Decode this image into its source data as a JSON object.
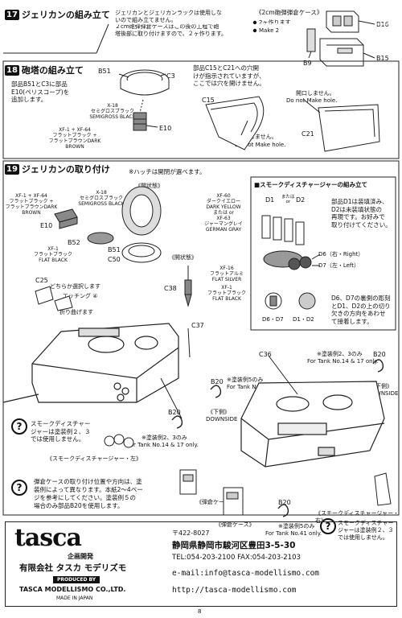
{
  "step17": {
    "number": "17",
    "title": "ジェリカンの組み立て",
    "note": "ジェリカンとジェリカンラックは使用しな\nいので組み立てません。\n２cm砲弾弾倉ケースはこの後の工程で砲\n塔後部に取り付けますので、２ヶ作ります。",
    "case_title": "《2cm砲弾弾倉ケース》",
    "make2_jp": "2ヶ作ります",
    "make2_en": "Make 2",
    "parts": [
      "B16",
      "B15",
      "B9"
    ]
  },
  "step18": {
    "number": "18",
    "title": "砲塔の組み立て",
    "note_left": "部品B51とC3に部品\nE10(ペリスコープ)を\n追加します。",
    "note_right": "部品C15とC21への穴開\nけが指示されていますが、\nここでは穴を開けません。",
    "hole_jp": "開口しません。",
    "hole_en": "Do not Make hole.",
    "parts": [
      "B51",
      "C3",
      "E10",
      "C15",
      "C21"
    ],
    "paint1_code": "X-18",
    "paint1_jp": "セミグロスブラック",
    "paint1_en": "SEMIGROSS BLACK",
    "paint2_code": "XF-1 + XF-64",
    "paint2_jp": "フラットブラック + \nフラットブラウン",
    "paint2_en": "DARK BROWN"
  },
  "step19": {
    "number": "19",
    "title": "ジェリカンの取り付け",
    "hatch_note": "※ハッチは開閉が選べます。",
    "open_label": "《開状態》",
    "parts": [
      "E10",
      "B52",
      "B51",
      "C50",
      "C25",
      "C38",
      "C37",
      "C36",
      "B20"
    ],
    "paints": {
      "a_code": "XF-1 + XF-64",
      "a_jp": "フラットブラック + \nフラットブラウン",
      "a_en": "DARK BROWN",
      "b_code": "X-18",
      "b_jp": "セミグロスブラック",
      "b_en": "SEMIGROSS BLACK",
      "c_code": "XF-60",
      "c_jp": "ダークイエロー",
      "c_en": "DARK YELLOW",
      "or_jp": "または",
      "or_en": "or",
      "d_code": "XF-63",
      "d_jp": "ジャーマングレイ",
      "d_en": "GERMAN GRAY",
      "e_code": "XF-1",
      "e_jp": "フラットブラック",
      "e_en": "FLAT BLACK",
      "f_code": "XF-16",
      "f_jp": "フラットアルミ",
      "f_en": "FLAT SILVER"
    },
    "choose": "どちらか選択します",
    "etching": "エッチング ④",
    "bend": "折り曲げます",
    "paint23_jp": "※塗装例2、3のみ",
    "paint23_en": "For Tank No.14 & 17 only.",
    "paint5_jp": "※塗装例5のみ",
    "paint5_en": "For Tank No.41 only.",
    "downside_jp": "《下側》",
    "downside_en": "DOWNSIDE",
    "smoke_left": "《スモークディスチャージャー・左》",
    "smoke_right": "《スモークディスチャージャー・右》",
    "smoke_note": "スモークディスチャー\nジャーは塗装例２、３\nでは使用しません。",
    "ammo_note": "弾倉ケースの取り付け位置や方向は、塗\n装例によって異なります。本紙2～4ペー\nジを参考にしてください。塗装例５の\n場合のみ部品B20を使用します。",
    "ammo_case": "《弾倉ケース》"
  },
  "smoke": {
    "title": "■スモークディスチャージャーの組み立て",
    "note": "部品D1は装填済み、\nD2は未装填状態の\n再現です。お好みで\n取り付けてください。",
    "note2": "D6、D7の裏側の彫刻\nとD1、D2の上の切り\n欠きの方向をあわせ\nて接着します。",
    "d6_right": "D6（右・Right）",
    "d7_left": "D7（左・Left）",
    "d1": "D1",
    "d2": "D2",
    "or_jp": "または",
    "or_en": "or",
    "d6d7": "D6・D7",
    "d1d2": "D1・D2"
  },
  "footer": {
    "logo": "tasca",
    "plan": "企画開発",
    "company_jp": "有限会社 タスカ モデリズモ",
    "produced_by": "PRODUCED BY",
    "company_en": "TASCA MODELLISMO CO.,LTD.",
    "made_in": "MADE IN JAPAN",
    "postal": "〒422-8027",
    "address": "静岡県静岡市駿河区豊田3-5-30",
    "tel_fax": "TEL:054-203-2100 FAX:054-203-2103",
    "email": "e-mail:info@tasca-modellismo.com",
    "url": "http://tasca-modellismo.com",
    "page": "8"
  },
  "colors": {
    "ink": "#111111",
    "gray": "#888888",
    "light": "#cccccc"
  }
}
